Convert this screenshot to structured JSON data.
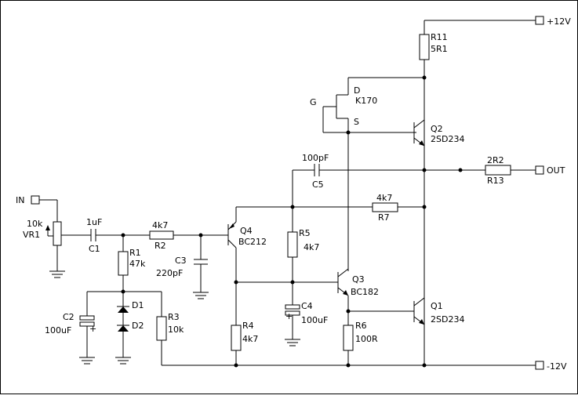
{
  "labels": {
    "plus12": "+12V",
    "minus12": "-12V",
    "in": "IN",
    "out": "OUT",
    "r11_name": "R11",
    "r11_val": "5R1",
    "fet_d": "D",
    "fet_part": "K170",
    "fet_g": "G",
    "fet_s": "S",
    "q2_name": "Q2",
    "q2_part": "2SD234",
    "c5_val": "100pF",
    "c5_name": "C5",
    "r13_val": "2R2",
    "r13_name": "R13",
    "r7_val": "4k7",
    "r7_name": "R7",
    "vr1_val": "10k",
    "vr1_name": "VR1",
    "c1_val": "1uF",
    "c1_name": "C1",
    "r2_val": "4k7",
    "r2_name": "R2",
    "q4_name": "Q4",
    "q4_part": "BC212",
    "r5_name": "R5",
    "r5_val": "4k7",
    "r1_name": "R1",
    "r1_val": "47k",
    "c3_name": "C3",
    "c3_val": "220pF",
    "q3_name": "Q3",
    "q3_part": "BC182",
    "c2_name": "C2",
    "c2_val": "100uF",
    "d1_name": "D1",
    "d2_name": "D2",
    "r3_name": "R3",
    "r3_val": "10k",
    "c4_name": "C4",
    "c4_val": "100uF",
    "r4_name": "R4",
    "r4_val": "4k7",
    "r6_name": "R6",
    "r6_val": "100R",
    "q1_name": "Q1",
    "q1_part": "2SD234"
  }
}
